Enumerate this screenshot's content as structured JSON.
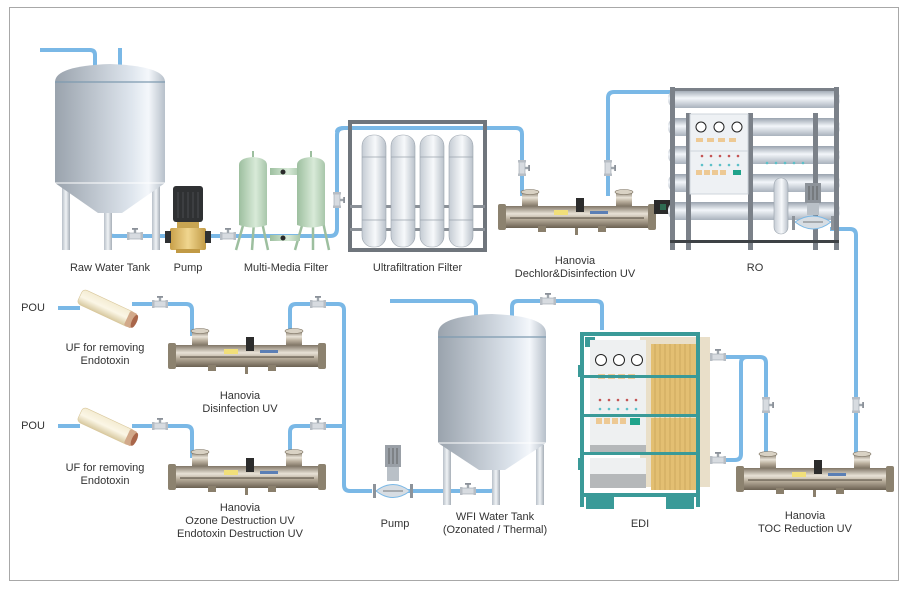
{
  "colors": {
    "pipe": "#7ab8e6",
    "tank_light": "#eef2f7",
    "tank_dark": "#9aa3ad",
    "filter_green": "#c3dcc4",
    "edi_frame": "#3a9a98",
    "edi_fins": "#e6c37a",
    "pump_brass": "#e3c16d",
    "uv_steel": "#a99f8f",
    "text": "#333333",
    "border": "#a8a8a8"
  },
  "components": {
    "raw_water_tank": {
      "label": "Raw Water Tank",
      "icon": "tank-icon"
    },
    "pump_1": {
      "label": "Pump",
      "icon": "dosing-pump-icon"
    },
    "multi_media_filter": {
      "label": "Multi-Media Filter",
      "icon": "filter-vessel-icon"
    },
    "ultrafiltration_filter": {
      "label": "Ultrafiltration Filter",
      "icon": "membrane-rack-icon"
    },
    "dechlor_uv": {
      "line1": "Hanovia",
      "line2": "Dechlor&Disinfection UV",
      "icon": "uv-reactor-icon"
    },
    "ro": {
      "label": "RO",
      "icon": "ro-skid-icon"
    },
    "toc_uv": {
      "line1": "Hanovia",
      "line2": "TOC Reduction UV",
      "icon": "uv-reactor-icon"
    },
    "edi": {
      "label": "EDI",
      "icon": "edi-unit-icon"
    },
    "wfi_tank": {
      "line1": "WFI Water Tank",
      "line2": "(Ozonated / Thermal)",
      "icon": "tank-icon"
    },
    "pump_2": {
      "label": "Pump",
      "icon": "inline-pump-icon"
    },
    "disinfection_uv": {
      "line1": "Hanovia",
      "line2": "Disinfection UV",
      "icon": "uv-reactor-icon"
    },
    "ozone_uv": {
      "line1": "Hanovia",
      "line2": "Ozone Destruction UV",
      "line3": "Endotoxin Destruction UV",
      "icon": "uv-reactor-icon"
    },
    "uf_endotoxin_1": {
      "line1": "UF for removing",
      "line2": "Endotoxin",
      "icon": "uf-cartridge-icon"
    },
    "uf_endotoxin_2": {
      "line1": "UF for removing",
      "line2": "Endotoxin",
      "icon": "uf-cartridge-icon"
    },
    "pou_1": {
      "label": "POU"
    },
    "pou_2": {
      "label": "POU"
    }
  }
}
